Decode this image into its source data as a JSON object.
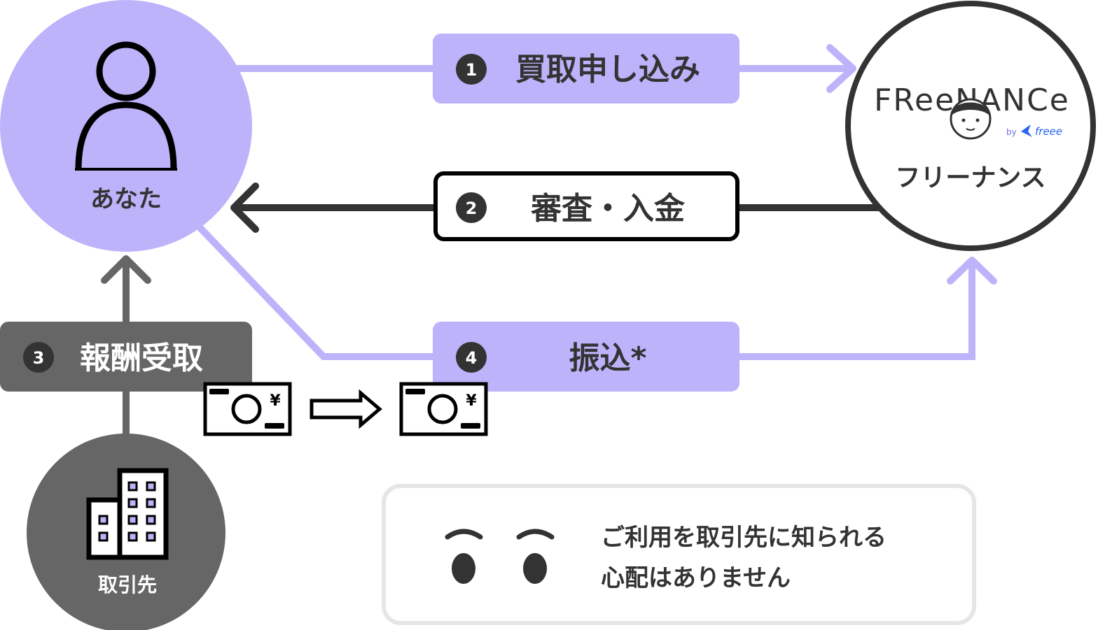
{
  "colors": {
    "accent": "#bdb3fb",
    "dark": "#333333",
    "gray": "#666666",
    "light_border": "#e6e6e6",
    "white": "#ffffff"
  },
  "you": {
    "label": "あなた"
  },
  "freenance": {
    "logo_text": "FReeNANCe",
    "logo_sub": "by",
    "logo_brand": "freee",
    "label": "フリーナンス"
  },
  "client": {
    "label": "取引先"
  },
  "steps": [
    {
      "number": "1",
      "label": "買取申し込み"
    },
    {
      "number": "2",
      "label": "審査・入金"
    },
    {
      "number": "3",
      "label": "報酬受取"
    },
    {
      "number": "4",
      "label": "振込*"
    }
  ],
  "currency_symbol": "¥",
  "note": {
    "line1": "ご利用を取引先に知られる",
    "line2": "心配はありません"
  }
}
